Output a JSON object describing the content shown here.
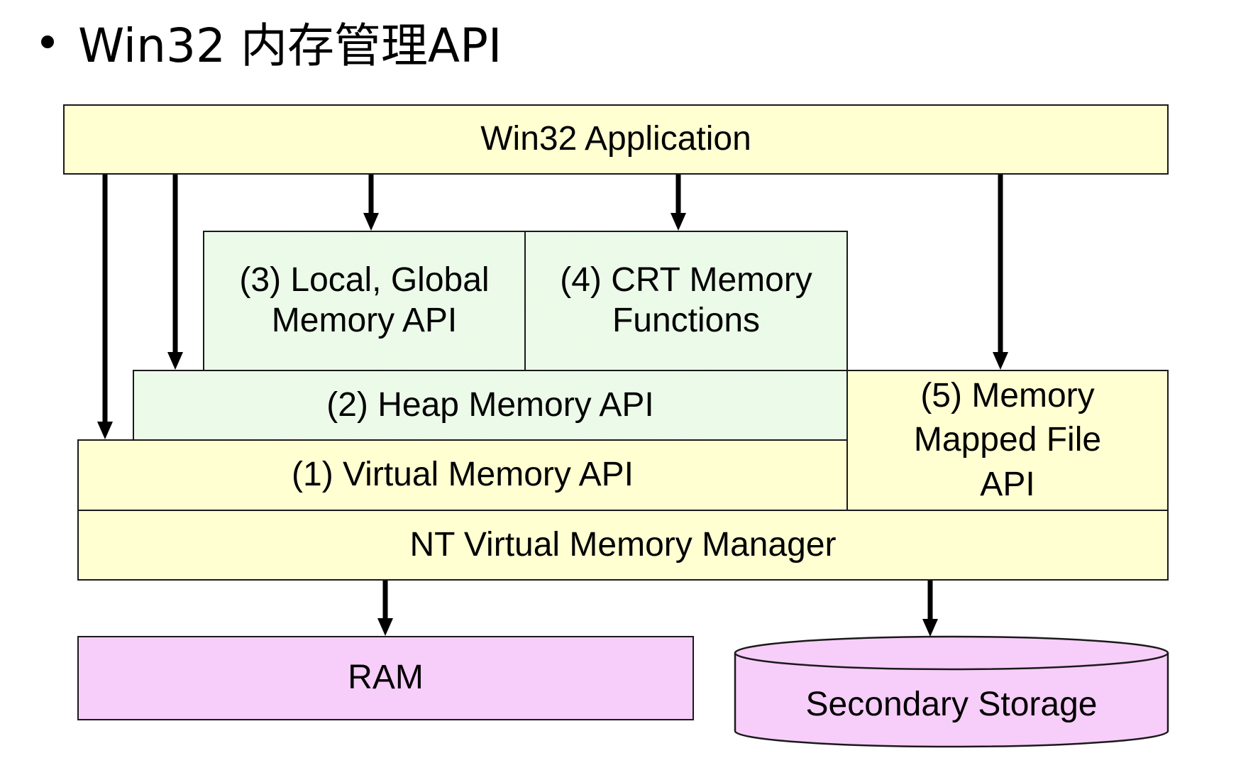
{
  "title": {
    "bullet": "•",
    "text": "Win32 内存管理API"
  },
  "diagram": {
    "application": "Win32 Application",
    "local_global": "(3) Local, Global\nMemory API",
    "crt": "(4) CRT Memory\nFunctions",
    "heap": "(2) Heap Memory API",
    "virtual": "(1) Virtual Memory API",
    "mapped_file": "(5) Memory\nMapped File\nAPI",
    "nt_vmm": "NT Virtual Memory Manager",
    "ram": "RAM",
    "storage": "Secondary Storage"
  },
  "colors": {
    "layer_yellow": "#ffffd2",
    "api_green": "#e9fae6",
    "hardware_pink": "#f7cdf9"
  },
  "edges": [
    {
      "from": "Win32 Application",
      "to": "(1) Virtual Memory API"
    },
    {
      "from": "Win32 Application",
      "to": "(2) Heap Memory API"
    },
    {
      "from": "Win32 Application",
      "to": "(3) Local, Global Memory API"
    },
    {
      "from": "Win32 Application",
      "to": "(4) CRT Memory Functions"
    },
    {
      "from": "Win32 Application",
      "to": "(5) Memory Mapped File API"
    },
    {
      "from": "NT Virtual Memory Manager",
      "to": "RAM"
    },
    {
      "from": "NT Virtual Memory Manager",
      "to": "Secondary Storage"
    }
  ]
}
